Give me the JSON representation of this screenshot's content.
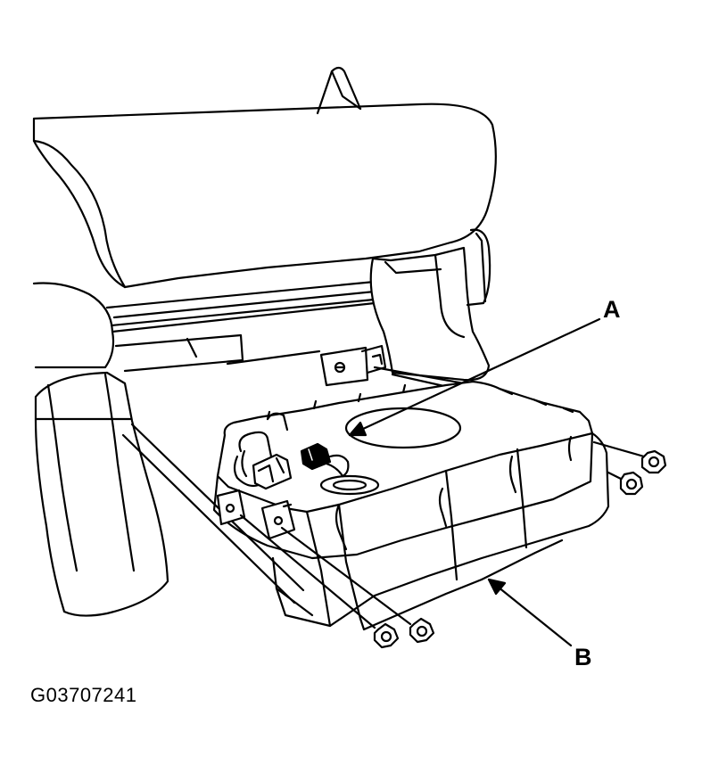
{
  "callouts": {
    "a": "A",
    "b": "B"
  },
  "figure_code": "G03707241",
  "colors": {
    "ink": "#000000",
    "paper": "#ffffff"
  }
}
